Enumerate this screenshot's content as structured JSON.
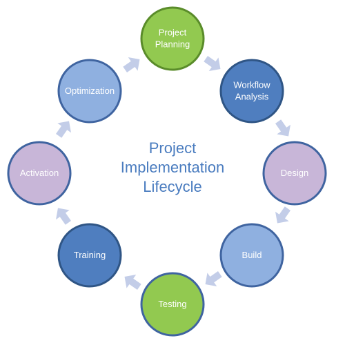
{
  "diagram": {
    "title_lines": [
      "Project",
      "Implementation",
      "Lifecycle"
    ],
    "title_color": "#4a7cbf",
    "arrow_color": "#c3cde8",
    "nodes": [
      {
        "id": "project-planning",
        "lines": [
          "Project",
          "Planning"
        ],
        "fill": "#92c950",
        "stroke": "#5a8c2a"
      },
      {
        "id": "workflow-analysis",
        "lines": [
          "Workflow",
          "Analysis"
        ],
        "fill": "#4f7ebf",
        "stroke": "#2f5585"
      },
      {
        "id": "design",
        "lines": [
          "Design"
        ],
        "fill": "#c8b6d8",
        "stroke": "#3f64a0"
      },
      {
        "id": "build",
        "lines": [
          "Build"
        ],
        "fill": "#8fb0e0",
        "stroke": "#3f64a0"
      },
      {
        "id": "testing",
        "lines": [
          "Testing"
        ],
        "fill": "#92c950",
        "stroke": "#3f64a0"
      },
      {
        "id": "training",
        "lines": [
          "Training"
        ],
        "fill": "#4f7ebf",
        "stroke": "#2f5585"
      },
      {
        "id": "activation",
        "lines": [
          "Activation"
        ],
        "fill": "#c8b6d8",
        "stroke": "#3f64a0"
      },
      {
        "id": "optimization",
        "lines": [
          "Optimization"
        ],
        "fill": "#8fb0e0",
        "stroke": "#3f64a0"
      }
    ]
  }
}
